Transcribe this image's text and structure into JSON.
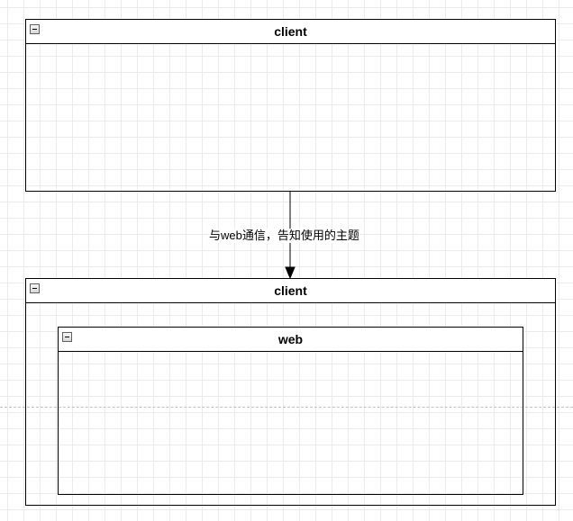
{
  "containers": {
    "top_client": {
      "title": "client"
    },
    "bottom_client": {
      "title": "client"
    },
    "web": {
      "title": "web"
    }
  },
  "edge": {
    "label": "与web通信，告知使用的主题"
  }
}
